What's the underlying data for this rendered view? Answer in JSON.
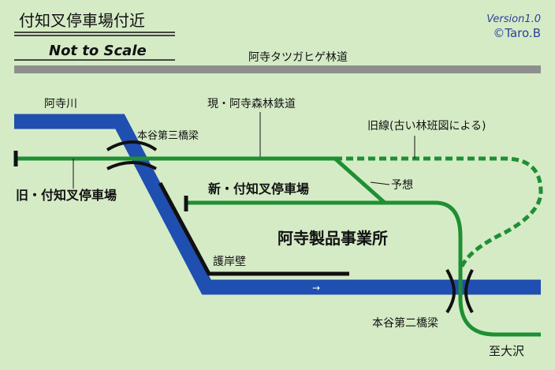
{
  "header": {
    "title": "付知叉停車場付近",
    "subtitle": "Not to Scale",
    "version": "Version1.0",
    "credit": "©Taro.B"
  },
  "colors": {
    "background": "#d5ebc6",
    "river": "#1f4fb0",
    "railway": "#1f8f34",
    "road": "#8e8e8e",
    "wall": "#111111",
    "text": "#111111",
    "version_text": "#2f3f9a"
  },
  "labels": {
    "forest_road": "阿寺タツガヒゲ林道",
    "river": "阿寺川",
    "current_railway": "現・阿寺森林鉄道",
    "old_line": "旧線(古い林班図による)",
    "bridge3": "本谷第三橋梁",
    "old_station": "旧・付知叉停車場",
    "new_station": "新・付知叉停車場",
    "expected": "予想",
    "factory": "阿寺製品事業所",
    "seawall": "護岸壁",
    "bridge2": "本谷第二橋梁",
    "to_osawa": "至大沢",
    "flow_arrow": "→"
  }
}
